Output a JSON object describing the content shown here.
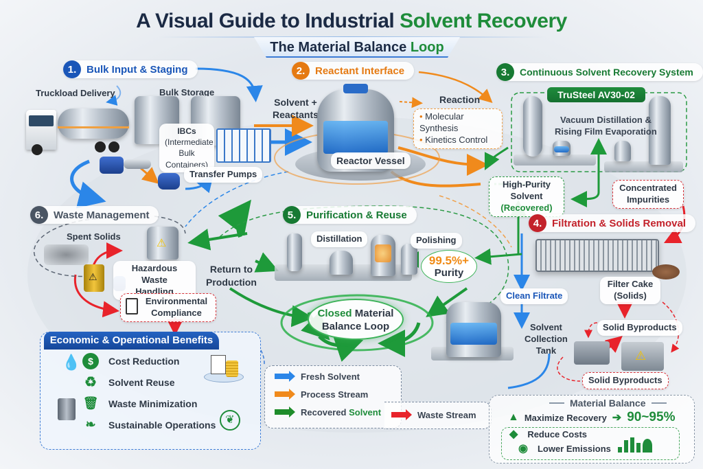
{
  "header": {
    "title_prefix": "A Visual Guide to Industrial ",
    "title_accent": "Solvent Recovery",
    "subtitle_prefix": "The Material Balance ",
    "subtitle_accent": "Loop"
  },
  "sections": [
    {
      "number": "1.",
      "label": "Bulk Input & Staging",
      "color": "#1a56b8"
    },
    {
      "number": "2.",
      "label": "Reactant Interface",
      "color": "#e57a12"
    },
    {
      "number": "3.",
      "label": "Continuous Solvent Recovery System",
      "color": "#177a33"
    },
    {
      "number": "4.",
      "label": "Filtration & Solids Removal",
      "color": "#c3222b"
    },
    {
      "number": "5.",
      "label": "Purification & Reuse",
      "color": "#177a33"
    },
    {
      "number": "6.",
      "label": "Waste Management",
      "color": "#4a5563"
    }
  ],
  "stage1": {
    "truckload": "Truckload Delivery",
    "bulk_storage": "Bulk Storage",
    "ibcs_line1": "IBCs",
    "ibcs_line2": "(Intermediate",
    "ibcs_line3": "Bulk Containers)",
    "transfer_pumps": "Transfer Pumps"
  },
  "stage2": {
    "input_line1": "Solvent +",
    "input_line2": "Reactants",
    "reactor": "Reactor Vessel",
    "reaction_title": "Reaction",
    "reaction_items": [
      "Molecular Synthesis",
      "Kinetics Control"
    ]
  },
  "stage3": {
    "model": "TruSteel AV30-02",
    "process_line1": "Vacuum Distillation &",
    "process_line2": "Rising Film Evaporation",
    "output_line1": "High-Purity Solvent",
    "output_line2": "(Recovered)",
    "impurities_line1": "Concentrated",
    "impurities_line2": "Impurities"
  },
  "stage4": {
    "filter_cake_line1": "Filter Cake",
    "filter_cake_line2": "(Solids)",
    "clean_filtrate": "Clean Filtrate",
    "tank_line1": "Solvent",
    "tank_line2": "Collection",
    "tank_line3": "Tank",
    "byproducts_top": "Solid Byproducts",
    "byproducts_bottom": "Solid Byproducts"
  },
  "stage5": {
    "distillation": "Distillation",
    "polishing": "Polishing",
    "purity_value": "99.5%+",
    "purity_label": "Purity",
    "return_line1": "Return to",
    "return_line2": "Production",
    "loop_accent": "Closed",
    "loop_line1_rest": " Material",
    "loop_line2": "Balance Loop"
  },
  "stage6": {
    "spent_solids": "Spent Solids",
    "hazardous_line1": "Hazardous Waste",
    "hazardous_line2": "Handling",
    "env_line1": "Environmental",
    "env_line2": "Compliance"
  },
  "benefits": {
    "title": "Economic & Operational Benefits",
    "items": [
      {
        "label": "Cost Reduction",
        "icon": "dollar-icon"
      },
      {
        "label": "Solvent Reuse",
        "icon": "recycle-icon"
      },
      {
        "label": "Waste Minimization",
        "icon": "trash-icon"
      },
      {
        "label": "Sustainable Operations",
        "icon": "leaf-icon"
      }
    ]
  },
  "legend": {
    "items": [
      {
        "label": "Fresh Solvent",
        "color": "#2b86e8"
      },
      {
        "label": "Process Stream",
        "color": "#f08a1c"
      },
      {
        "label": "Recovered ",
        "accent": "Solvent",
        "color": "#1e8c2a"
      },
      {
        "label": "Waste Stream",
        "color": "#e8232b"
      }
    ]
  },
  "material_balance": {
    "title": "Material Balance",
    "maximize": "Maximize Recovery",
    "recovery_range": "90~95%",
    "reduce": "Reduce Costs",
    "lower": "Lower Emissions"
  },
  "colors": {
    "fresh": "#2b86e8",
    "process": "#f08a1c",
    "recovered": "#1e9a3a",
    "waste": "#e8232b"
  }
}
